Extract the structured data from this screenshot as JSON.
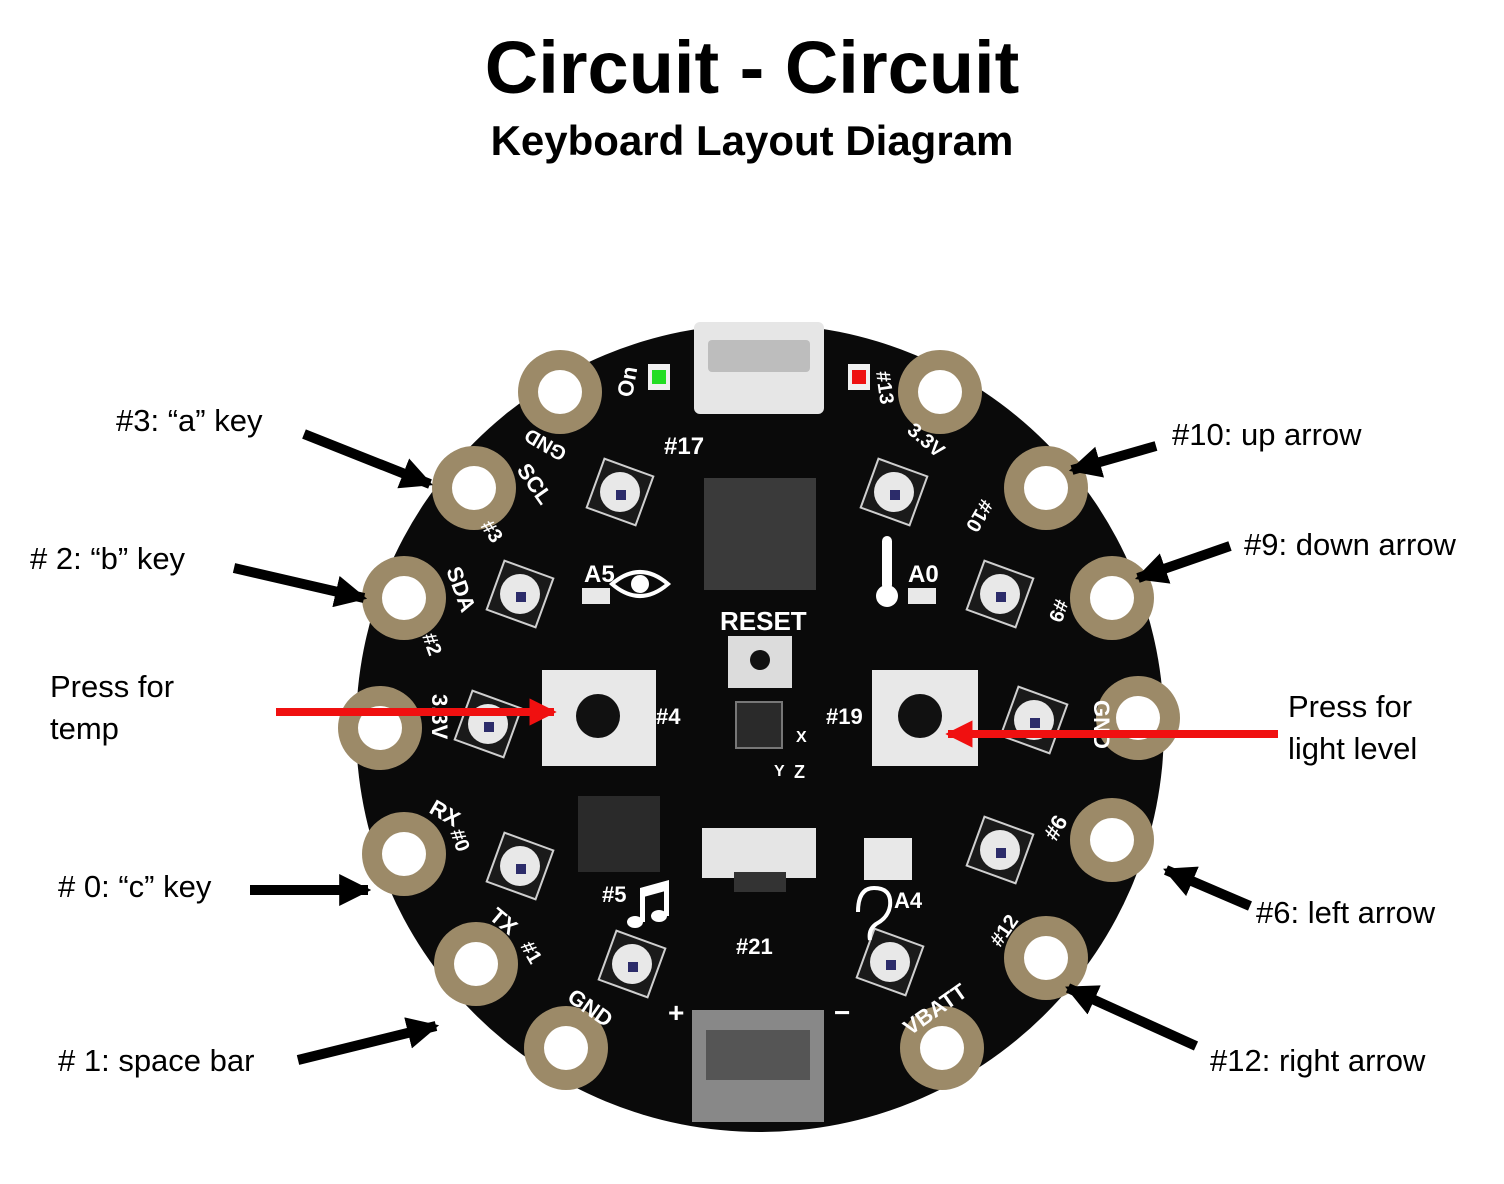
{
  "title": "Circuit - Circuit",
  "subtitle": "Keyboard Layout Diagram",
  "callouts": {
    "pin3": "#3: “a” key",
    "pin2": "# 2: “b” key",
    "pin0": "# 0: “c” key",
    "pin1": "# 1: space bar",
    "pin10": "#10: up arrow",
    "pin9": "#9: down arrow",
    "pin6": "#6: left arrow",
    "pin12": "#12: right arrow",
    "button_a_line1": "Press for",
    "button_a_line2": "temp",
    "button_b_line1": "Press for",
    "button_b_line2": "light level"
  },
  "board": {
    "pad_labels": {
      "on": "On",
      "led13": "#13",
      "gnd_top": "GND",
      "v33_top": "3.3V",
      "scl": "SCL",
      "pin3": "#3",
      "pin10": "#10",
      "sda": "SDA",
      "pin2": "#2",
      "pin9": "#9",
      "v33_left": "3.3V",
      "gnd_right": "GND",
      "rx": "RX",
      "pin0": "#0",
      "pin6": "#6",
      "tx": "TX",
      "pin1": "#1",
      "pin12": "#12",
      "gnd_bottom": "GND",
      "vbatt": "VBATT"
    },
    "component_labels": {
      "pin17": "#17",
      "a5": "A5",
      "a0": "A0",
      "reset": "RESET",
      "pin4": "#4",
      "pin19": "#19",
      "pin5": "#5",
      "a4": "A4",
      "pin21": "#21",
      "axis_x": "X",
      "axis_y": "Y",
      "axis_z": "Z",
      "plus": "+",
      "minus": "−"
    }
  },
  "colors": {
    "board": "#0a0a0a",
    "pad": "#9c8a68",
    "red_arrow": "#f01010",
    "led_green": "#22dd22",
    "led_red": "#ee1111"
  },
  "icons": [
    "eye-icon",
    "thermometer-icon",
    "music-note-icon",
    "ear-icon"
  ]
}
